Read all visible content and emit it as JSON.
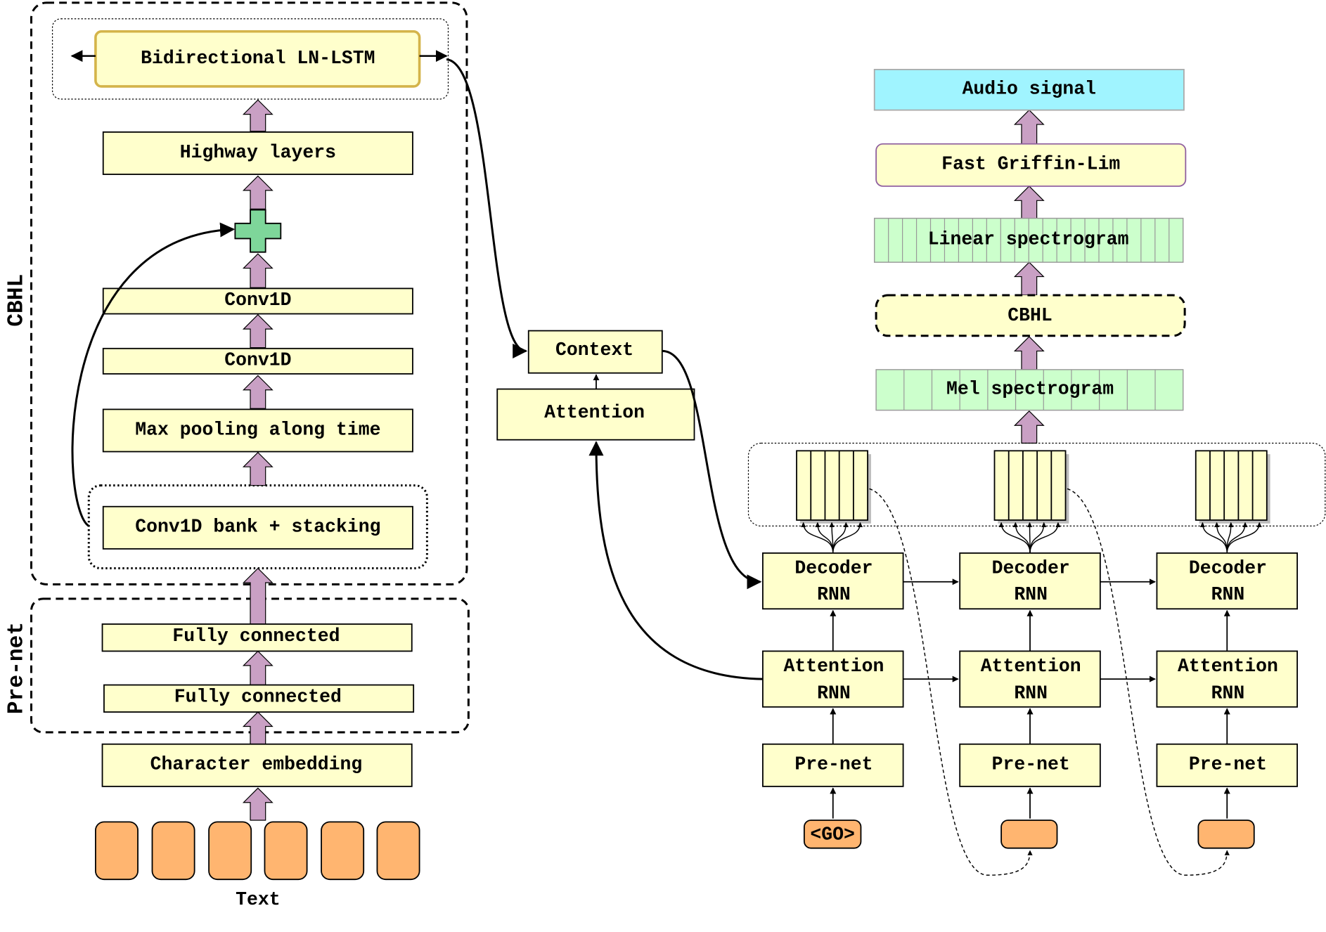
{
  "encoder": {
    "group_label_cbhl": "CBHL",
    "group_label_prenet": "Pre-net",
    "bilstm": "Bidirectional LN-LSTM",
    "highway": "Highway layers",
    "conv1d_top": "Conv1D",
    "conv1d_bottom": "Conv1D",
    "maxpool": "Max pooling along time",
    "conv_bank": "Conv1D bank + stacking",
    "fc_top": "Fully connected",
    "fc_bottom": "Fully connected",
    "char_embedding": "Character embedding",
    "text_label": "Text"
  },
  "attention": {
    "context": "Context",
    "attention": "Attention"
  },
  "decoder": {
    "steps": [
      {
        "decoder_rnn": [
          "Decoder",
          "RNN"
        ],
        "attention_rnn": [
          "Attention",
          "RNN"
        ],
        "prenet": "Pre-net",
        "input": "<GO>"
      },
      {
        "decoder_rnn": [
          "Decoder",
          "RNN"
        ],
        "attention_rnn": [
          "Attention",
          "RNN"
        ],
        "prenet": "Pre-net",
        "input": ""
      },
      {
        "decoder_rnn": [
          "Decoder",
          "RNN"
        ],
        "attention_rnn": [
          "Attention",
          "RNN"
        ],
        "prenet": "Pre-net",
        "input": ""
      }
    ]
  },
  "postnet": {
    "mel": "Mel spectrogram",
    "cbhl": "CBHL",
    "linear": "Linear spectrogram",
    "griffin_lim": "Fast Griffin-Lim",
    "audio": "Audio signal"
  },
  "colors": {
    "box_fill": "#ffffcc",
    "arrow_purple": "#c9a0c4",
    "token_orange": "#ffb570",
    "spectrogram_green": "#ccffcc",
    "audio_cyan": "#a0f4ff",
    "plus_green": "#7ed69a"
  }
}
